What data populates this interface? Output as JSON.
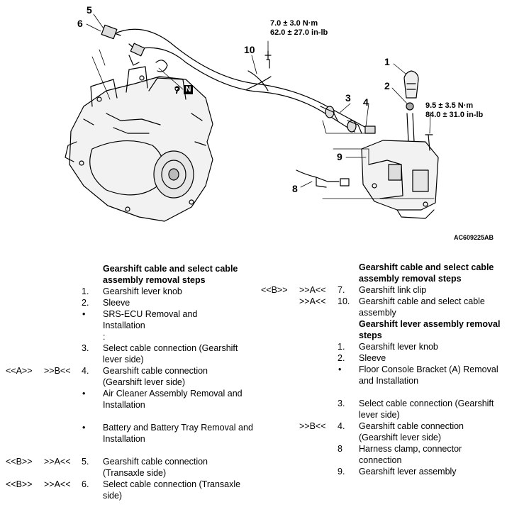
{
  "figure": {
    "callouts": {
      "c1": "1",
      "c2": "2",
      "c3": "3",
      "c4": "4",
      "c5": "5",
      "c6": "6",
      "c7": "7",
      "c8": "8",
      "c9": "9",
      "c10": "10",
      "n_mark": "N"
    },
    "torque_a": [
      "7.0 ± 3.0 N·m",
      "62.0 ± 27.0 in-lb"
    ],
    "torque_b": [
      "9.5 ± 3.5 N·m",
      "84.0 ± 31.0 in-lb"
    ],
    "figure_id": "AC609225AB"
  },
  "left": {
    "heading": "Gearshift cable and select cable assembly removal steps",
    "steps": [
      {
        "a": "",
        "b": "",
        "num": "1.",
        "text": "Gearshift lever knob"
      },
      {
        "a": "",
        "b": "",
        "num": "2.",
        "text": "Sleeve"
      },
      {
        "a": "",
        "b": "",
        "num": "•",
        "text": "SRS-ECU Removal and Installation",
        "extra": ":"
      },
      {
        "a": "",
        "b": "",
        "num": "3.",
        "text": "Select cable connection (Gearshift lever side)"
      },
      {
        "a": "<<A>>",
        "b": ">>B<<",
        "num": "4.",
        "text": "Gearshift cable connection (Gearshift lever side)"
      },
      {
        "a": "",
        "b": "",
        "num": "•",
        "text": "Air Cleaner Assembly Removal and Installation"
      },
      {
        "a": "",
        "b": "",
        "num": "•",
        "text": "Battery and Battery Tray Removal and Installation"
      },
      {
        "a": "<<B>>",
        "b": ">>A<<",
        "num": "5.",
        "text": "Gearshift cable connection (Transaxle side)"
      },
      {
        "a": "<<B>>",
        "b": ">>A<<",
        "num": "6.",
        "text": "Select cable connection (Transaxle side)"
      }
    ]
  },
  "right": {
    "heading1": "Gearshift cable and select cable assembly removal steps",
    "steps1": [
      {
        "a": "<<B>>",
        "b": ">>A<<",
        "num": "7.",
        "text": "Gearshift link clip"
      },
      {
        "a": "",
        "b": ">>A<<",
        "num": "10.",
        "text": "Gearshift cable and select cable assembly"
      }
    ],
    "heading2": "Gearshift lever assembly removal steps",
    "steps2": [
      {
        "a": "",
        "b": "",
        "num": "1.",
        "text": "Gearshift lever knob"
      },
      {
        "a": "",
        "b": "",
        "num": "2.",
        "text": "Sleeve"
      },
      {
        "a": "",
        "b": "",
        "num": "•",
        "text": "Floor Console Bracket (A) Removal and Installation"
      },
      {
        "a": "",
        "b": "",
        "num": "3.",
        "text": "Select cable connection (Gearshift lever side)"
      },
      {
        "a": "",
        "b": ">>B<<",
        "num": "4.",
        "text": "Gearshift cable connection (Gearshift lever side)"
      },
      {
        "a": "",
        "b": "",
        "num": "8",
        "text": "Harness clamp, connector connection"
      },
      {
        "a": "",
        "b": "",
        "num": "9.",
        "text": "Gearshift lever assembly"
      }
    ]
  }
}
